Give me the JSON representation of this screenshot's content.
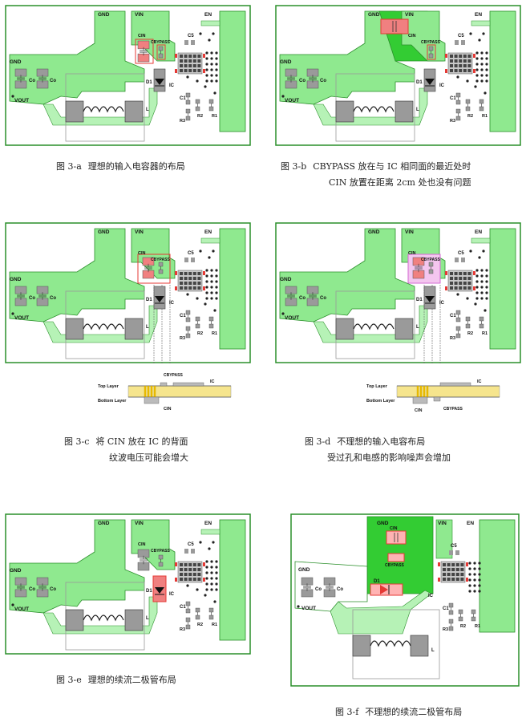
{
  "colors": {
    "green": "#8fe98f",
    "green_solid": "#33cc33",
    "trace": "#b6f2b6",
    "outline": "#2a8f2a",
    "pad": "#9a9a9a",
    "drill": "#222222",
    "highlight": "#e53935",
    "pcb_core": "#f6e58d",
    "via": "#f2c200"
  },
  "labels": {
    "gnd": "GND",
    "vin": "VIN",
    "en": "EN",
    "cin": "CIN",
    "cbypass": "CBYPASS",
    "c5": "C5",
    "co": "Co",
    "vout": "VOUT",
    "d1": "D1",
    "ic": "IC",
    "l": "L",
    "c1": "C1",
    "r1": "R1",
    "r2": "R2",
    "r3": "R3"
  },
  "cross_section": {
    "top_layer": "Top Layer",
    "bottom_layer": "Bottom Layer",
    "cbypass": "CBYPASS",
    "ic": "IC",
    "cin": "CIN"
  },
  "captions": {
    "a": {
      "num": "图 3-a",
      "text": "理想的输入电容器的布局"
    },
    "b": {
      "num": "图 3-b",
      "text": "CBYPASS 放在与 IC 相同面的最近处时",
      "line2": "CIN 放置在距离 2cm 处也没有问题"
    },
    "c": {
      "num": "图 3-c",
      "text": "将 CIN 放在 IC 的背面",
      "line2": "纹波电压可能会增大"
    },
    "d": {
      "num": "图 3-d",
      "text": "不理想的输入电容布局",
      "line2": "受过孔和电感的影响噪声会增加"
    },
    "e": {
      "num": "图 3-e",
      "text": "理想的续流二极管布局"
    },
    "f": {
      "num": "图 3-f",
      "text": "不理想的续流二极管布局"
    }
  }
}
